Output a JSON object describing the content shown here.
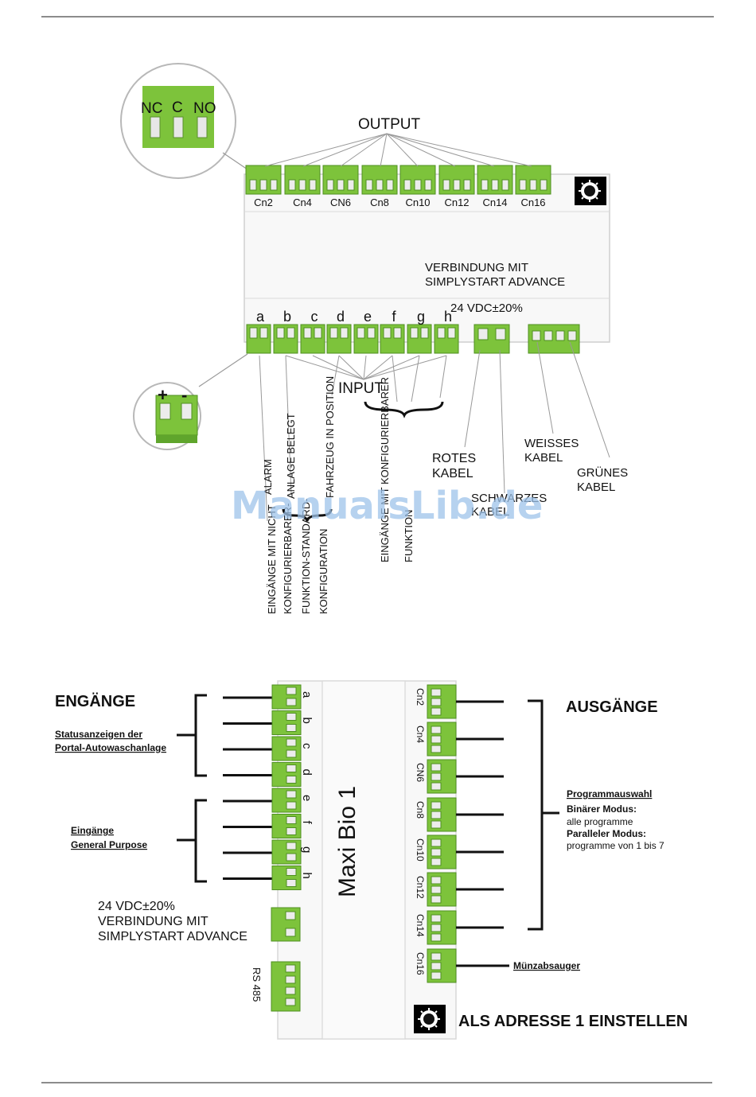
{
  "watermark": "ManualsLib.de",
  "top": {
    "output_label": "OUTPUT",
    "relay_terminal_labels": [
      "NC",
      "C",
      "NO"
    ],
    "output_connectors": [
      "Cn2",
      "Cn4",
      "CN6",
      "Cn8",
      "Cn10",
      "Cn12",
      "Cn14",
      "Cn16"
    ],
    "connection_text": [
      "VERBINDUNG MIT",
      "SIMPLYSTART ADVANCE"
    ],
    "voltage": "24 VDC±20%",
    "input_letters": [
      "a",
      "b",
      "c",
      "d",
      "e",
      "f",
      "g",
      "h"
    ],
    "input_label": "INPUT",
    "polarity": [
      "+",
      "-"
    ],
    "signals": [
      "ALARM",
      "ANLAGE BELEGT",
      "FAHRZEUG IN POSITION"
    ],
    "non_config_group": [
      "EINGÄNGE MIT NICHT",
      "KONFIGURIERBARER-",
      "FUNKTION-STANDARD-",
      "KONFIGURATION"
    ],
    "config_group": [
      "EINGÄNGE MIT KONFIGURIERBARER",
      "FUNKTION"
    ],
    "red_cable": [
      "ROTES",
      "KABEL"
    ],
    "black_cable": [
      "SCHWARZES",
      "KABEL"
    ],
    "white_cable": [
      "WEISSES",
      "KABEL"
    ],
    "green_cable": [
      "GRÜNES",
      "KABEL"
    ]
  },
  "bottom": {
    "inputs_title": "ENGÄNGE",
    "status_label": [
      "Statusanzeigen der",
      "Portal-Autowaschanlage"
    ],
    "general_label": [
      "Eingänge",
      "General Purpose"
    ],
    "letters": [
      "a",
      "b",
      "c",
      "d",
      "e",
      "f",
      "g",
      "h"
    ],
    "supply": [
      "24 VDC±20%",
      "VERBINDUNG MIT",
      "SIMPLYSTART ADVANCE"
    ],
    "rs485": "RS 485",
    "device_name": "Maxi Bio 1",
    "outputs": [
      "Cn2",
      "Cn4",
      "CN6",
      "Cn8",
      "Cn10",
      "Cn12",
      "Cn14",
      "Cn16"
    ],
    "outputs_title": "AUSGÄNGE",
    "program_title": "Programmauswahl",
    "program_lines": [
      "Binärer Modus:",
      "alle programme",
      "Paralleler Modus:",
      "programme von 1 bis 7"
    ],
    "coin_label": "Münzabsauger",
    "address_text": "ALS ADRESSE 1 EINSTELLEN"
  },
  "colors": {
    "terminal_green": "#7dc33b",
    "terminal_dark": "#4f8f22",
    "line": "#333333",
    "watermark": "#9ec3ea"
  }
}
